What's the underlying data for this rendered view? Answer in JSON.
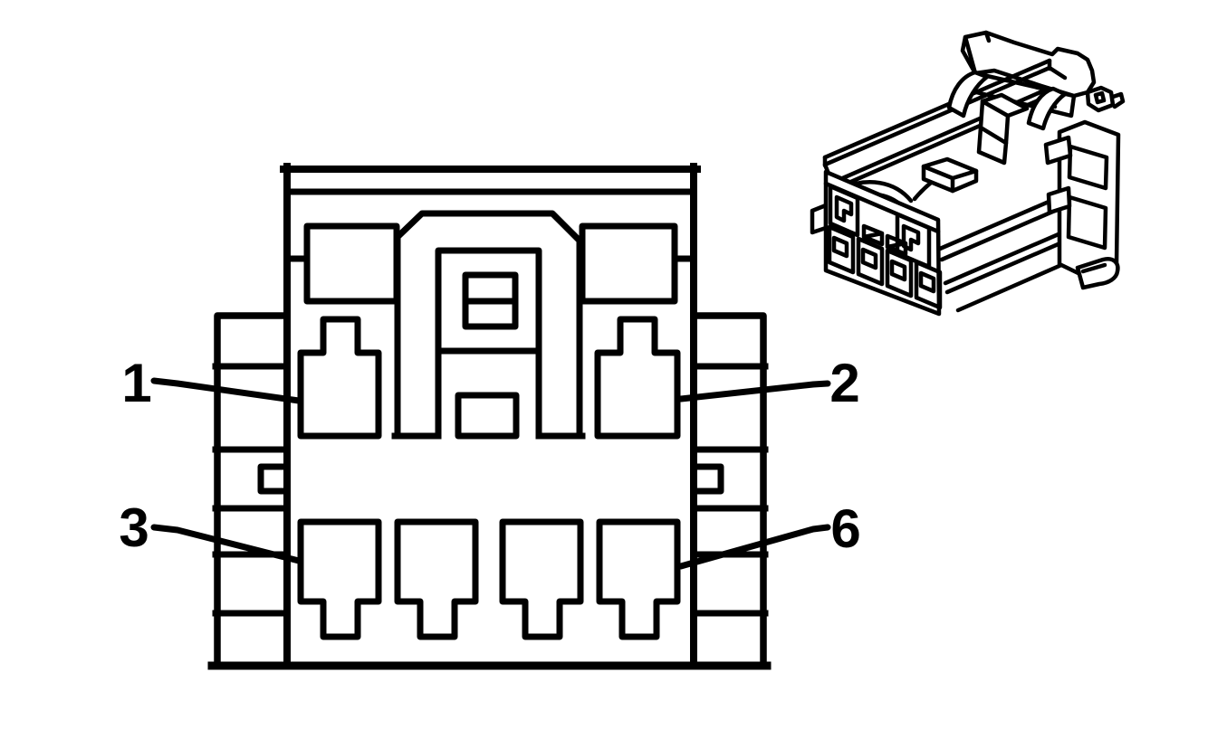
{
  "diagram": {
    "colors": {
      "ink": "#000000",
      "background": "#ffffff"
    },
    "front_view": {
      "pin_labels": [
        {
          "id": "pin-1",
          "text": "1"
        },
        {
          "id": "pin-2",
          "text": "2"
        },
        {
          "id": "pin-3",
          "text": "3"
        },
        {
          "id": "pin-6",
          "text": "6"
        }
      ]
    }
  }
}
